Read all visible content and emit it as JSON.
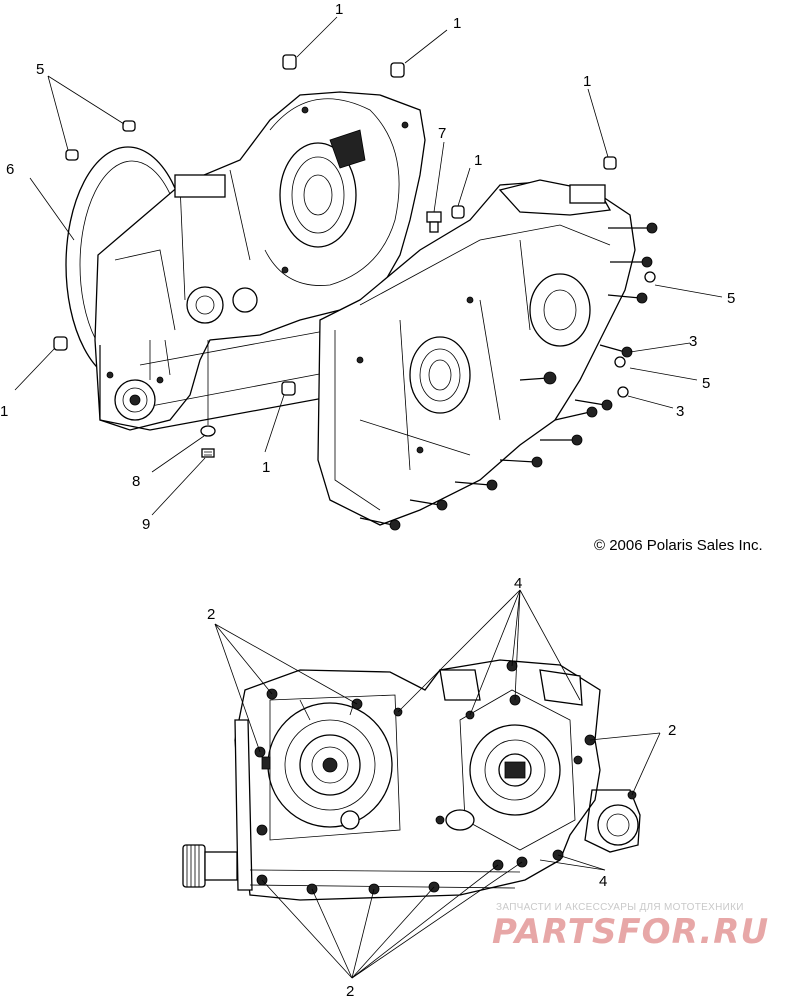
{
  "copyright": "© 2006 Polaris Sales Inc.",
  "watermark": {
    "tagline": "ЗАПЧАСТИ И АКСЕССУАРЫ ДЛЯ МОТОТЕХНИКИ",
    "logo": "PARTSFOR.RU",
    "color": "#e7a7a7"
  },
  "callouts": {
    "c1a": "1",
    "c1b": "1",
    "c1c": "1",
    "c1d": "1",
    "c1e": "1",
    "c1f": "1",
    "c3a": "3",
    "c3b": "3",
    "c5a": "5",
    "c5b": "5",
    "c5c": "5",
    "c6": "6",
    "c7": "7",
    "c8": "8",
    "c9": "9",
    "c2a": "2",
    "c2b": "2",
    "c2c": "2",
    "c4a": "4",
    "c4b": "4"
  }
}
